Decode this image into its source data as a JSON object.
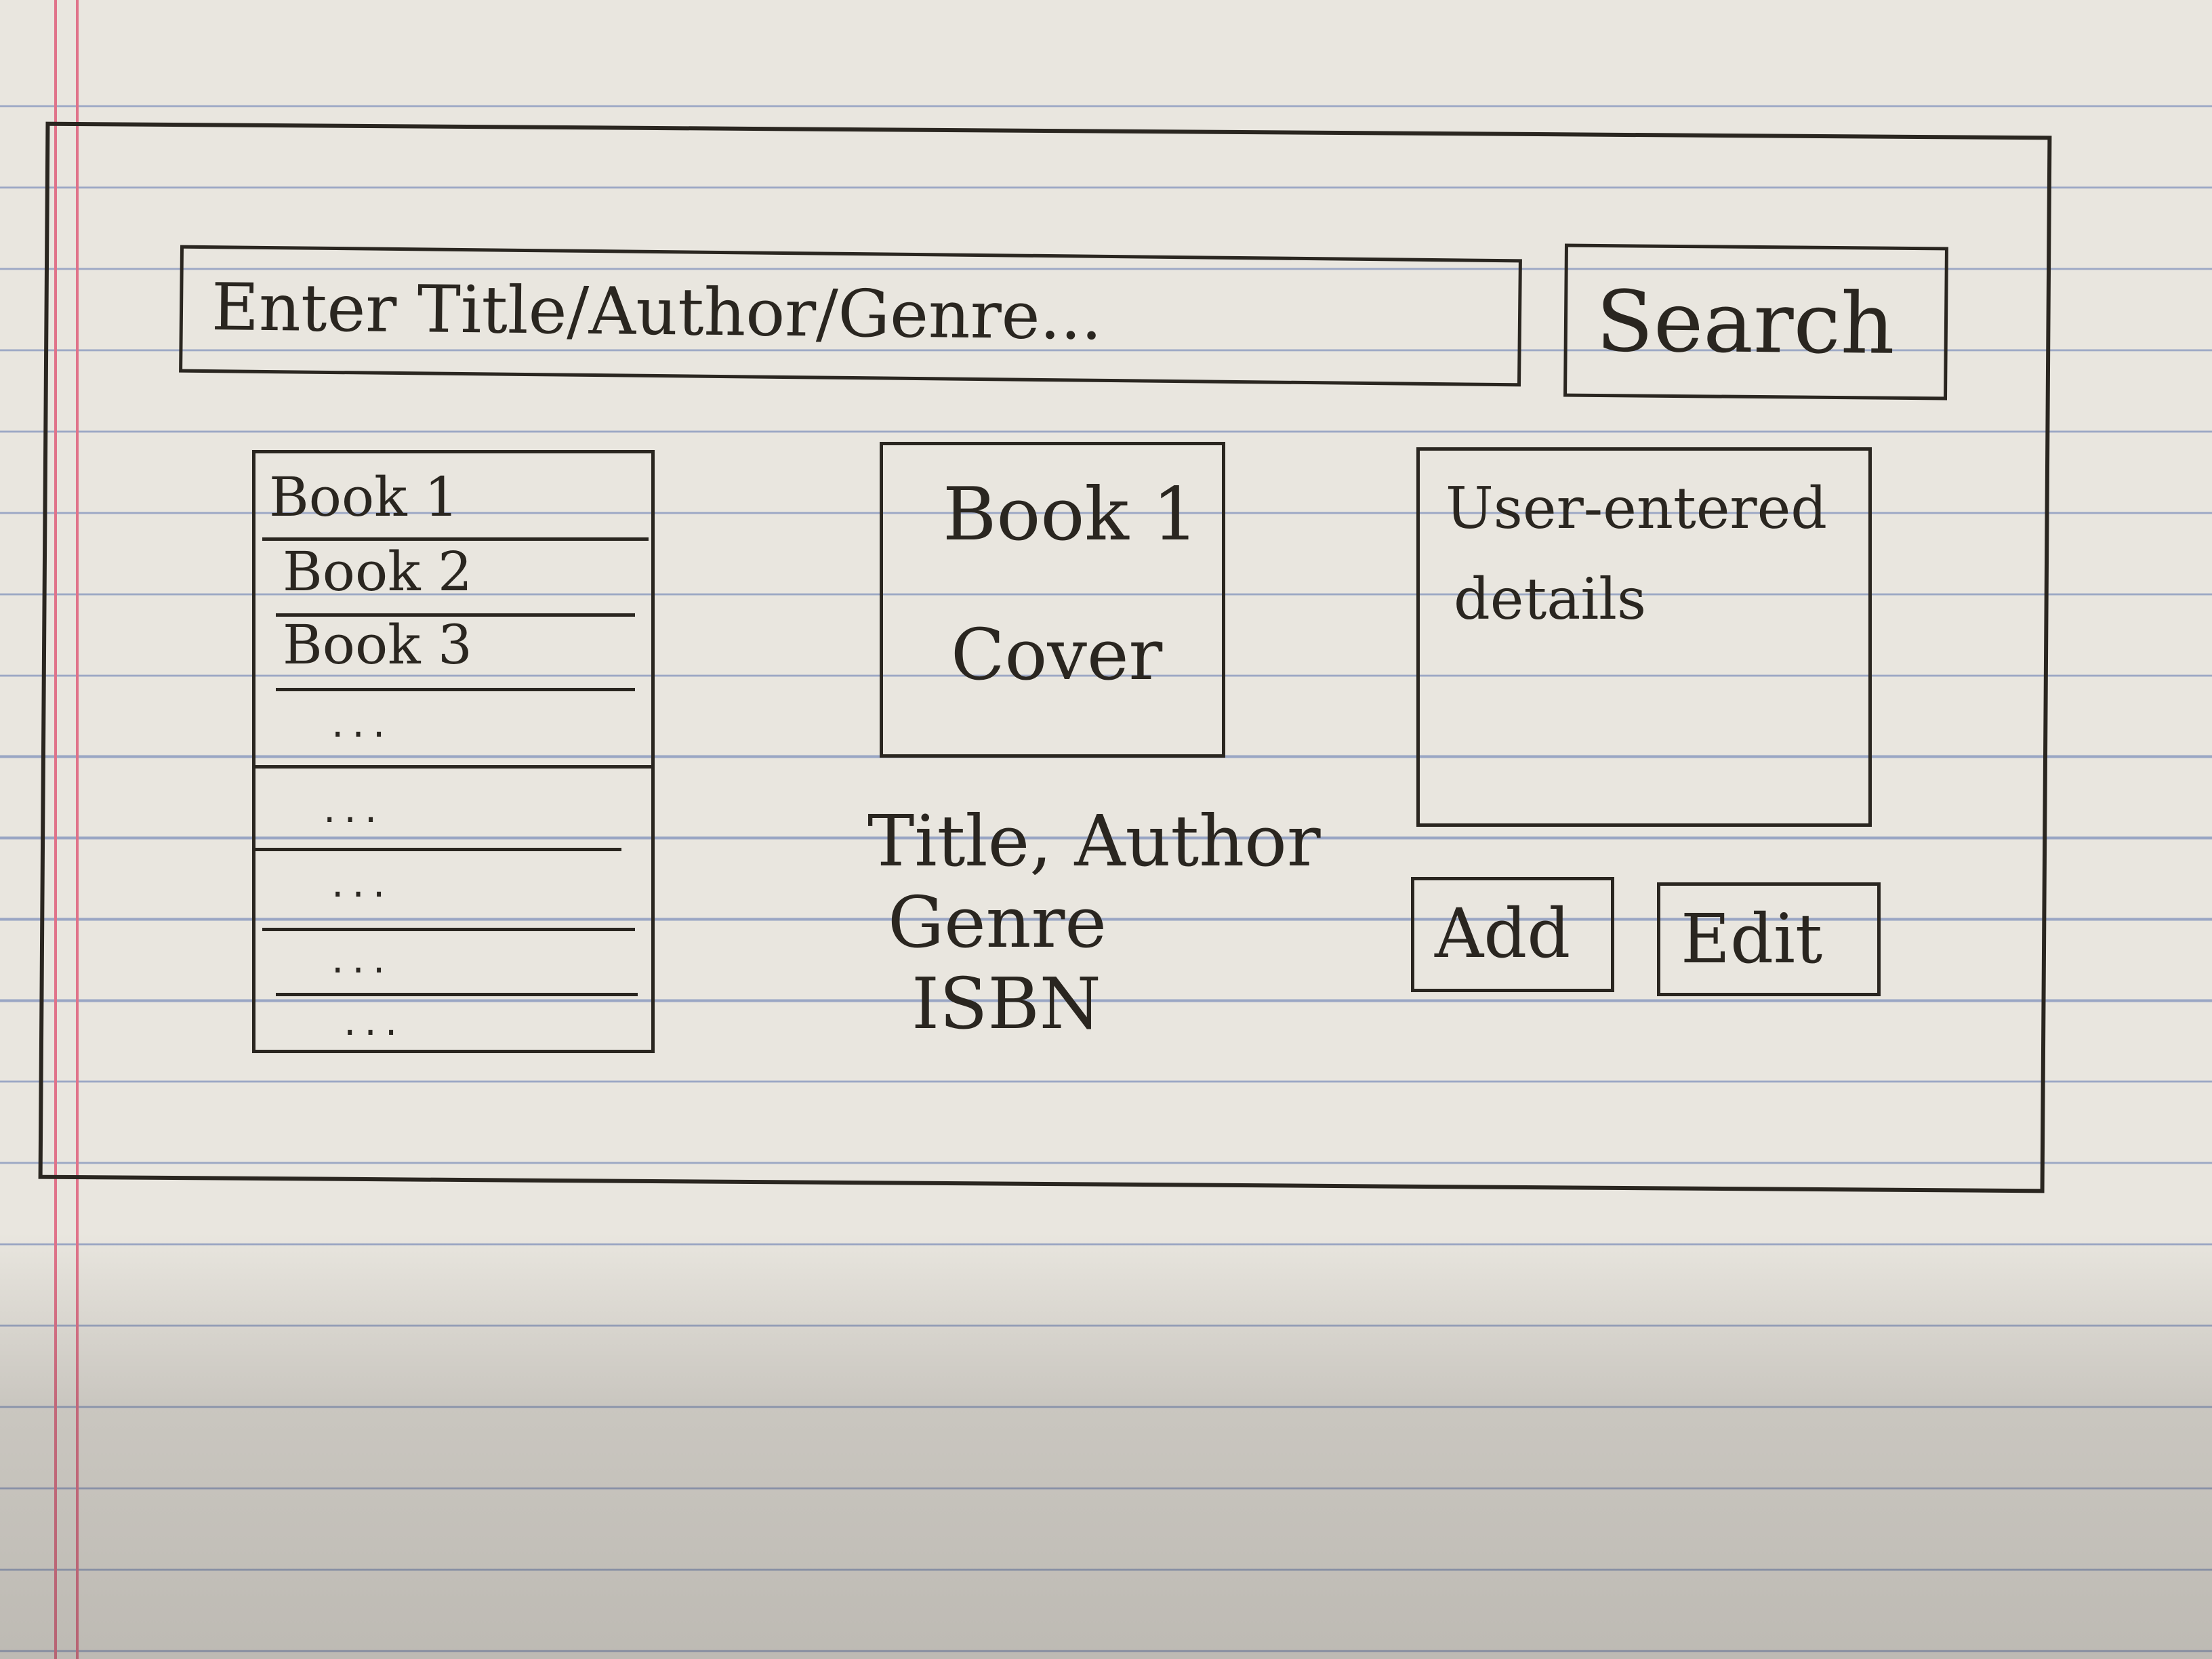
{
  "search": {
    "placeholder": "Enter Title/Author/Genre...",
    "button_label": "Search"
  },
  "book_list": {
    "items": [
      "Book 1",
      "Book 2",
      "Book 3"
    ],
    "more": "..."
  },
  "cover": {
    "line1": "Book 1",
    "line2": "Cover"
  },
  "book_meta": {
    "title_author": "Title, Author",
    "genre": "Genre",
    "isbn": "ISBN"
  },
  "details": {
    "line1": "User-entered",
    "line2": "details"
  },
  "actions": {
    "add_label": "Add",
    "edit_label": "Edit"
  },
  "colors": {
    "ink": "#2a2620",
    "paper": "#e9e6df",
    "rule_line": "#9aa6c4",
    "margin_line": "#e0738a"
  }
}
